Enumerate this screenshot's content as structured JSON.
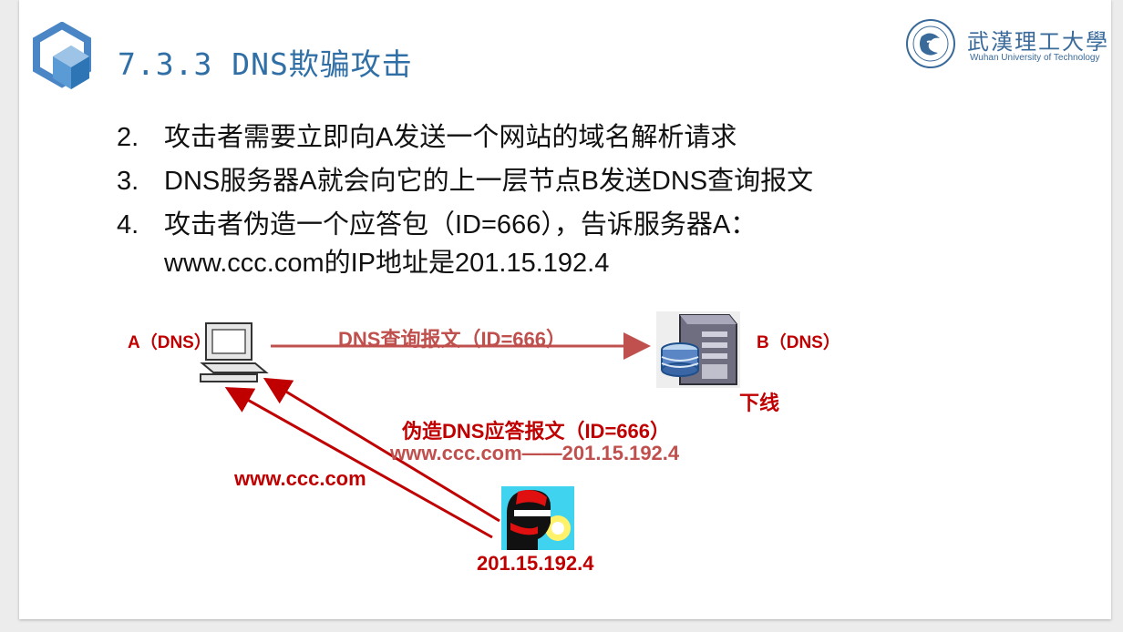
{
  "slide": {
    "title": "7.3.3 DNS欺骗攻击",
    "logo": {
      "name_cn": "武漢理工大學",
      "name_en": "Wuhan University of Technology"
    },
    "items": [
      {
        "num": "2.",
        "text": "攻击者需要立即向A发送一个网站的域名解析请求"
      },
      {
        "num": "3.",
        "text": "DNS服务器A就会向它的上一层节点B发送DNS查询报文"
      },
      {
        "num": "4.",
        "text": "攻击者伪造一个应答包（ID=666），告诉服务器A：www.ccc.com的IP地址是201.15.192.4"
      }
    ]
  },
  "diagram": {
    "node_a": "A（DNS）",
    "node_b": "B（DNS）",
    "query_label": "DNS查询报文（ID=666）",
    "offline_label": "下线",
    "forged_label": "伪造DNS应答报文（ID=666）",
    "forged_mapping": "www.ccc.com——201.15.192.4",
    "request_label": "www.ccc.com",
    "attacker_ip": "201.15.192.4",
    "icons": [
      "computer-icon",
      "server-icon",
      "hacker-icon"
    ],
    "colors": {
      "title": "#2f6fa6",
      "arrow_query": "#c0504d",
      "arrow_attack": "#c00000"
    }
  }
}
